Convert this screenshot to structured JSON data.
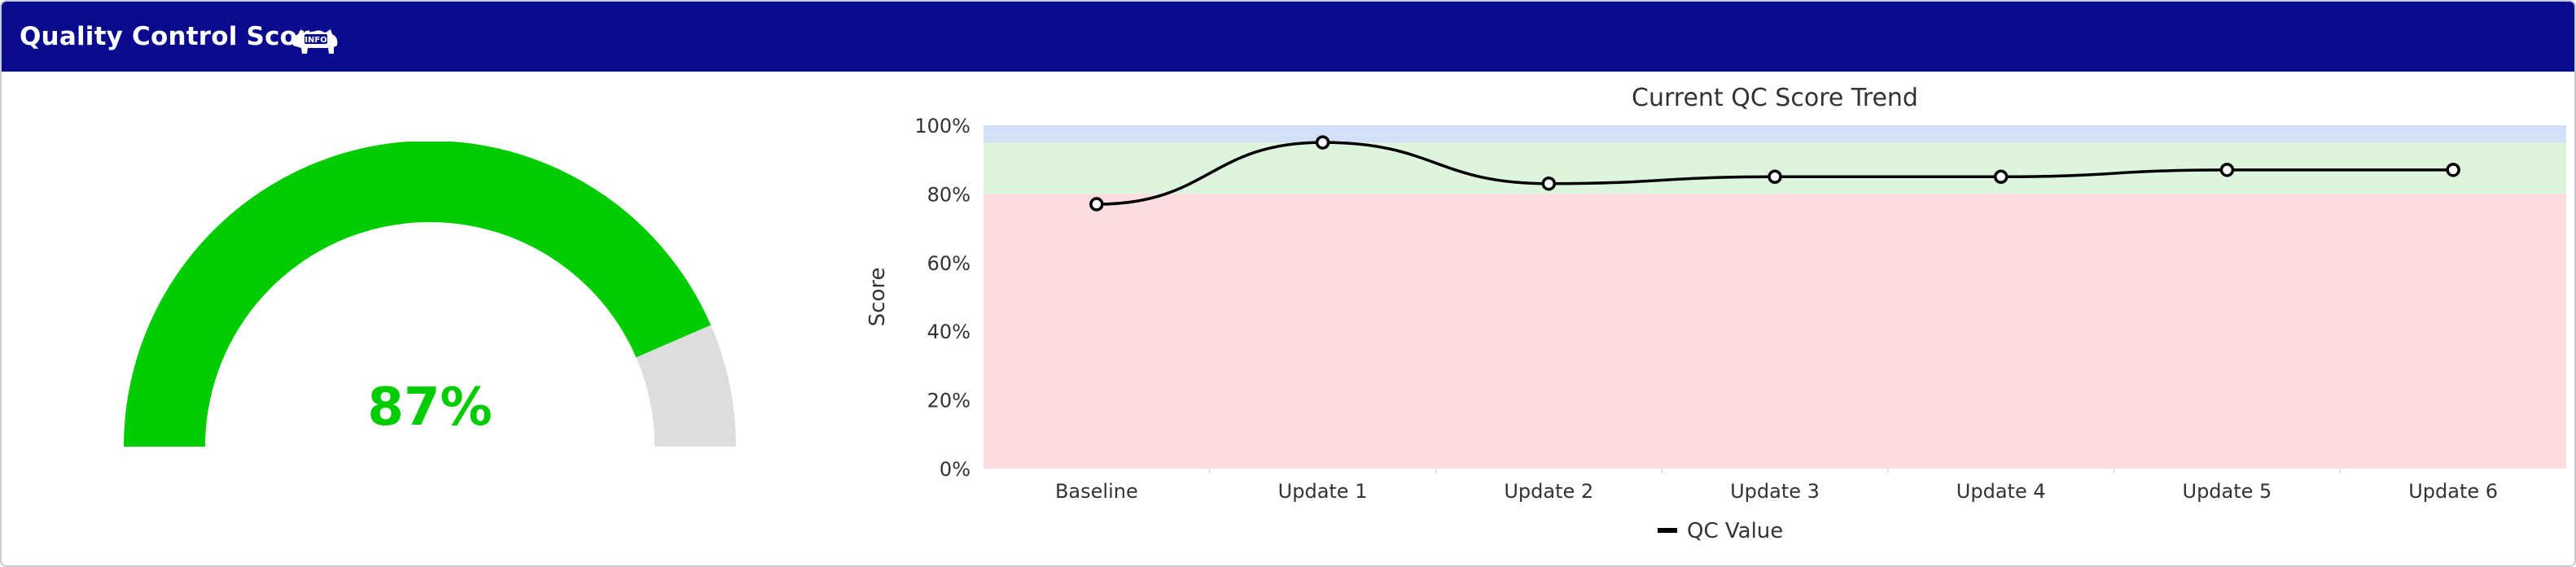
{
  "header": {
    "title": "Quality Control Score",
    "info_label": "INFO"
  },
  "gauge": {
    "value_label": "87%",
    "value": 87,
    "max": 100,
    "fill_color": "#00cc00",
    "track_color": "#dddddd"
  },
  "chart_data": {
    "type": "line",
    "title": "Current QC Score Trend",
    "ylabel": "Score",
    "xlabel": "",
    "categories": [
      "Baseline",
      "Update 1",
      "Update 2",
      "Update 3",
      "Update 4",
      "Update 5",
      "Update 6"
    ],
    "series": [
      {
        "name": "QC Value",
        "values": [
          77,
          95,
          83,
          85,
          85,
          87,
          87
        ],
        "color": "#000000"
      }
    ],
    "ylim": [
      0,
      100
    ],
    "yticks": [
      "0%",
      "20%",
      "40%",
      "60%",
      "80%",
      "100%"
    ],
    "bands": [
      {
        "from": 0,
        "to": 80,
        "color": "#fddede"
      },
      {
        "from": 80,
        "to": 95,
        "color": "#dcf5dc"
      },
      {
        "from": 95,
        "to": 100,
        "color": "#d3e1f8"
      }
    ],
    "legend_position": "bottom-center",
    "grid": false
  }
}
